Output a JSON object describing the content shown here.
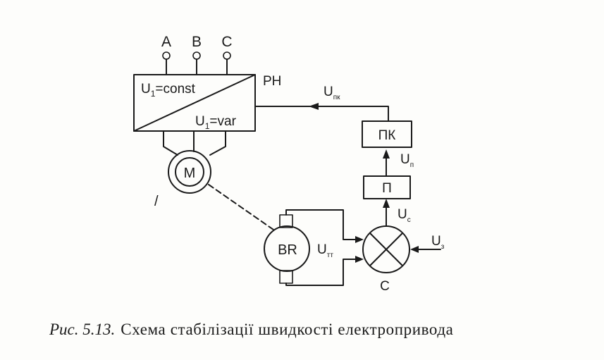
{
  "diagram": {
    "phase_labels": [
      "A",
      "B",
      "C"
    ],
    "regulator": {
      "label": "РН",
      "upper_text": {
        "main": "U",
        "sub": "1",
        "rest": "=const"
      },
      "lower_text": {
        "main": "U",
        "sub": "1",
        "rest": "=var"
      }
    },
    "motor": {
      "label": "M"
    },
    "tachogenerator": {
      "label": "BR"
    },
    "comparator": {
      "label": "C"
    },
    "blocks": {
      "converter": "ПК",
      "amplifier": "П"
    },
    "signals": {
      "u_pk": {
        "main": "U",
        "sub": "пк"
      },
      "u_p": {
        "main": "U",
        "sub": "п"
      },
      "u_c": {
        "main": "U",
        "sub": "с"
      },
      "u_z": {
        "main": "U",
        "sub": "з"
      },
      "u_tt": {
        "main": "U",
        "sub": "тт"
      }
    },
    "stray_mark": "/"
  },
  "caption": {
    "prefix": "Рис. 5.13.",
    "text": "Схема стабілізації швидкості електропривода"
  }
}
